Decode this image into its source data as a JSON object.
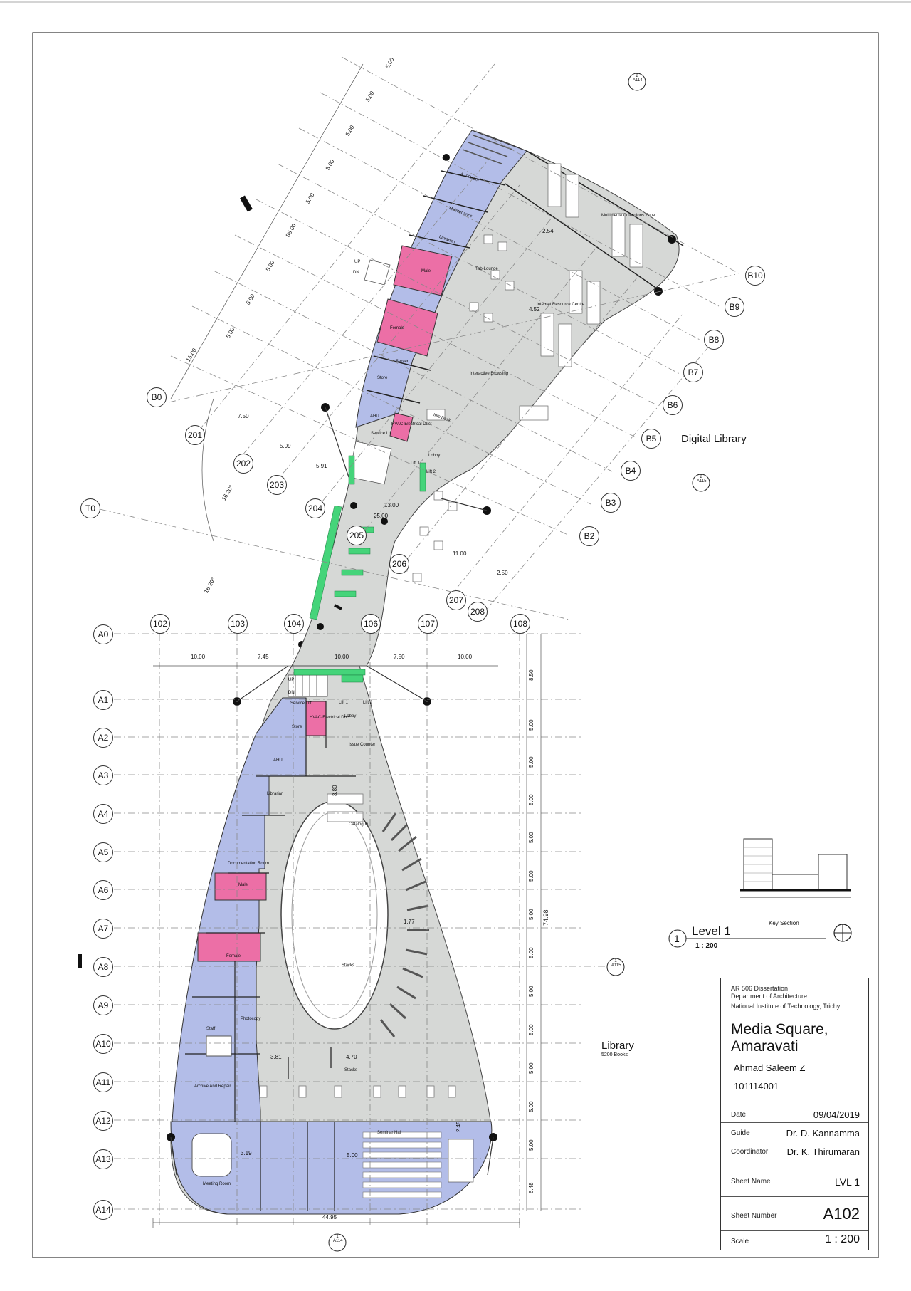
{
  "sheet": {
    "level_title": "Level 1",
    "view_number": "1",
    "view_scale": "1 : 200",
    "key_section": "Key Section",
    "digital_library": "Digital Library",
    "library": "Library",
    "library_sub": "5200 Books"
  },
  "grid_a": [
    "A0",
    "A1",
    "A2",
    "A3",
    "A4",
    "A5",
    "A6",
    "A7",
    "A8",
    "A9",
    "A10",
    "A11",
    "A12",
    "A13",
    "A14"
  ],
  "grid_num": [
    "102",
    "103",
    "104",
    "106",
    "107",
    "108"
  ],
  "grid_b": [
    "B0",
    "B2",
    "B3",
    "B4",
    "B5",
    "B6",
    "B7",
    "B8",
    "B9",
    "B10"
  ],
  "grid_2xx": [
    "201",
    "202",
    "203",
    "204",
    "205",
    "206",
    "207",
    "208"
  ],
  "grid_t": "T0",
  "dims_top": [
    "10.00",
    "7.45",
    "10.00",
    "7.50",
    "10.00"
  ],
  "dims_right": [
    "8.50",
    "5.00",
    "5.00",
    "5.00",
    "5.00",
    "5.00",
    "5.00",
    "5.00",
    "5.00",
    "5.00",
    "5.00",
    "5.00",
    "5.00",
    "6.48"
  ],
  "dims_total_right": "74.98",
  "dims_bottom": "44.95",
  "dims_upper": [
    "5.00",
    "5.00",
    "5.00",
    "5.00",
    "5.00",
    "55.00",
    "5.00",
    "5.00",
    "5.00",
    "15.00",
    "7.50",
    "5.09",
    "5.91",
    "13.00",
    "11.00",
    "2.50",
    "16.20°",
    "16.20°",
    "25.00",
    "2.54",
    "4.52"
  ],
  "dims_inner": [
    "3.80",
    "1.77",
    "3.81",
    "4.70",
    "3.19",
    "5.00",
    "2.45"
  ],
  "section_marks": [
    {
      "num": "2",
      "sheet": "A114"
    },
    {
      "num": "2",
      "sheet": "A115"
    },
    {
      "num": "1",
      "sheet": "A115"
    },
    {
      "num": "1",
      "sheet": "A114"
    }
  ],
  "rooms_lower": [
    "Service Lift",
    "HVAC-Electrical Duct",
    "Lobby",
    "Lift 1",
    "Lift 2",
    "Store",
    "AHU",
    "Issue Counter",
    "Librarian",
    "Catalogue",
    "Documentation Room",
    "Male",
    "Female",
    "Staff",
    "Photocopy",
    "Archive And Repair",
    "Stacks",
    "Stacks",
    "Meeting Room",
    "Seminar Hall",
    "UP",
    "DN"
  ],
  "rooms_upper": [
    "A V Room",
    "Maintenance",
    "Librarian",
    "Male",
    "Female",
    "Server",
    "Store",
    "AHU",
    "Service Lift",
    "HVAC-Electrical Duct",
    "Lobby",
    "Lift 1",
    "Lift 2",
    "Info Desk",
    "Interactive Browsing",
    "Tab-Lounge",
    "Internet Resource Centre",
    "Multimedia Collections Zone",
    "UP",
    "DN"
  ],
  "titleblock": {
    "course": "AR 506 Dissertation",
    "dept": "Department of Architecture",
    "inst": "National Institute of Technology, Trichy",
    "project_line1": "Media Square,",
    "project_line2": "Amaravati",
    "student": "Ahmad Saleem Z",
    "roll": "101114001",
    "date_label": "Date",
    "date": "09/04/2019",
    "guide_label": "Guide",
    "guide": "Dr. D. Kannamma",
    "coord_label": "Coordinator",
    "coord": "Dr. K. Thirumaran",
    "sheet_name_label": "Sheet Name",
    "sheet_name": "LVL 1",
    "sheet_number_label": "Sheet Number",
    "sheet_number": "A102",
    "scale_label": "Scale",
    "scale": "1 : 200"
  },
  "colors": {
    "service": "#b3bde8",
    "toilet": "#ec6fa6",
    "floor": "#d6d8d6",
    "planting": "#45d47a"
  }
}
